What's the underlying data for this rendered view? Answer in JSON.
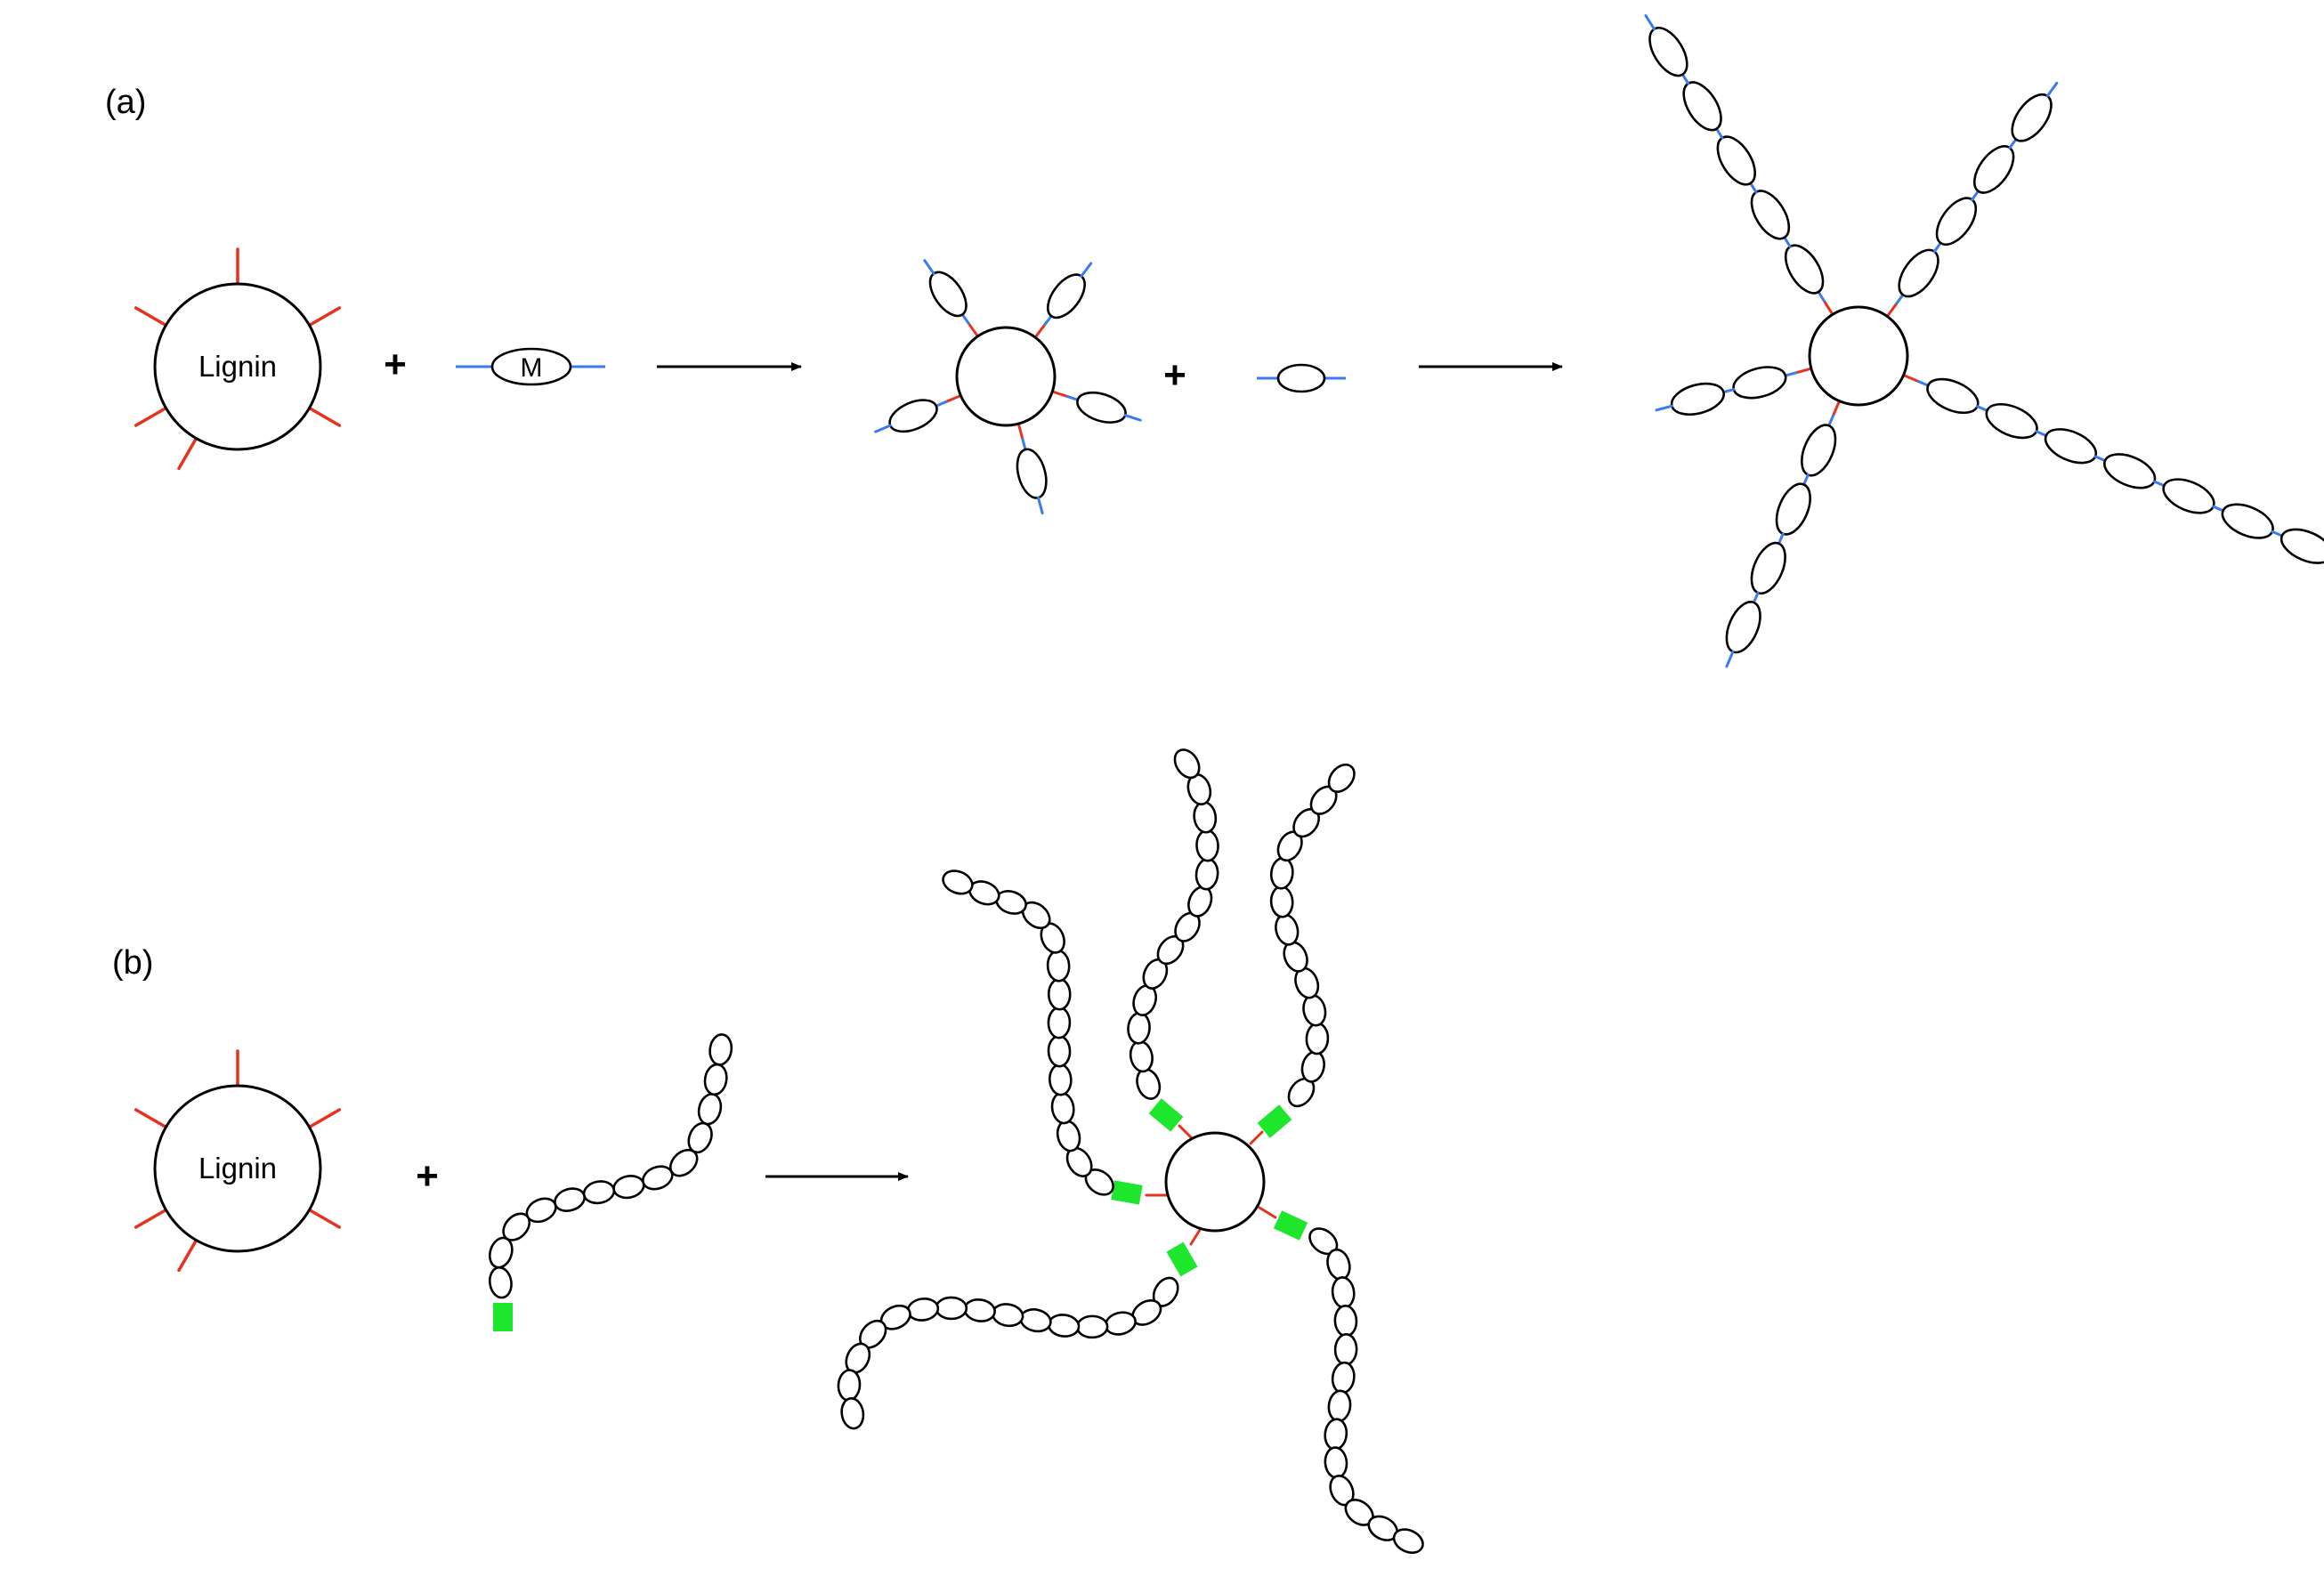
{
  "panel_a": {
    "label": "(a)",
    "core_label": "Lignin",
    "plus_1": "+",
    "monomer_label": "M",
    "plus_2": "+"
  },
  "panel_b": {
    "label": "(b)",
    "core_label": "Lignin",
    "plus": "+"
  },
  "colors": {
    "reactive_site": "#e8321e",
    "monomer_bond": "#3a7bf0",
    "end_group": "#1ee62c",
    "outline": "#000000",
    "background": "#ffffff"
  }
}
